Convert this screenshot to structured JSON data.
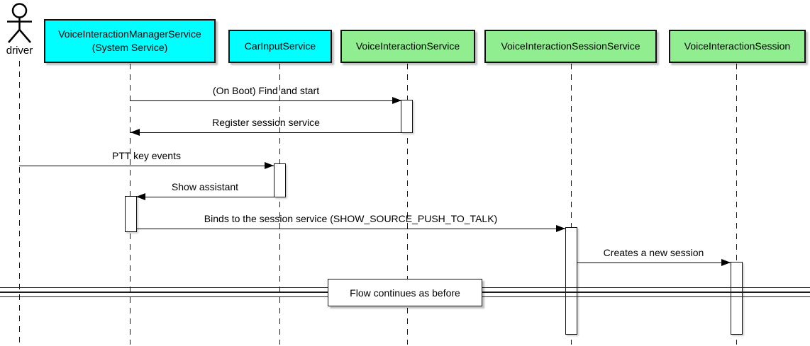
{
  "diagram": {
    "type": "uml-sequence-diagram",
    "colors": {
      "background": "#FFFFFF",
      "participant_system": "#00FFFF",
      "participant_service": "#90EE90",
      "line": "#000000"
    },
    "actor": {
      "label": "driver",
      "icon": "person-stick-figure-icon"
    },
    "participants": [
      {
        "label": "VoiceInteractionManagerService\n(System Service)",
        "color": "#00FFFF"
      },
      {
        "label": "CarInputService",
        "color": "#00FFFF"
      },
      {
        "label": "VoiceInteractionService",
        "color": "#90EE90"
      },
      {
        "label": "VoiceInteractionSessionService",
        "color": "#90EE90"
      },
      {
        "label": "VoiceInteractionSession",
        "color": "#90EE90"
      }
    ],
    "messages": [
      {
        "label": "(On Boot) Find and start",
        "from": "VoiceInteractionManagerService (System Service)",
        "to": "VoiceInteractionService",
        "direction": "right"
      },
      {
        "label": "Register session service",
        "from": "VoiceInteractionService",
        "to": "VoiceInteractionManagerService (System Service)",
        "direction": "left"
      },
      {
        "label": "PTT key events",
        "from": "driver",
        "to": "CarInputService",
        "direction": "right"
      },
      {
        "label": "Show assistant",
        "from": "CarInputService",
        "to": "VoiceInteractionManagerService (System Service)",
        "direction": "left"
      },
      {
        "label": "Binds to the session service (SHOW_SOURCE_PUSH_TO_TALK)",
        "from": "VoiceInteractionManagerService (System Service)",
        "to": "VoiceInteractionSessionService",
        "direction": "right"
      },
      {
        "label": "Creates a new session",
        "from": "VoiceInteractionSessionService",
        "to": "VoiceInteractionSession",
        "direction": "right"
      }
    ],
    "divider": {
      "label": "Flow continues as before"
    }
  }
}
